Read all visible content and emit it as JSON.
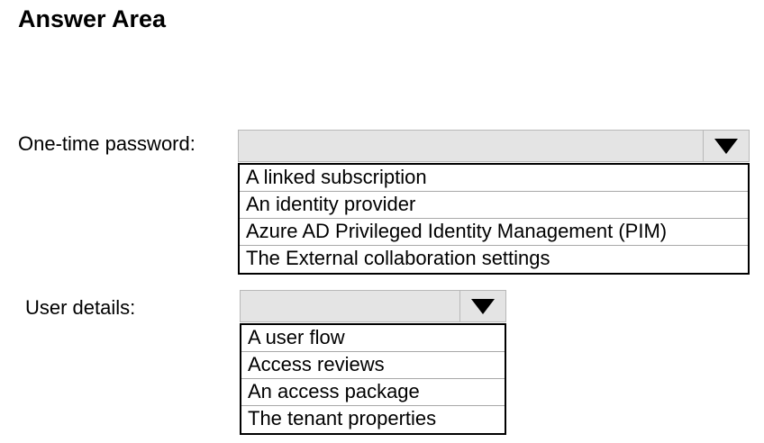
{
  "heading": "Answer Area",
  "questions": [
    {
      "label": "One-time password:",
      "selected": "",
      "options": [
        "A linked subscription",
        "An identity provider",
        "Azure AD Privileged Identity Management (PIM)",
        "The External collaboration settings"
      ]
    },
    {
      "label": "User details:",
      "selected": "",
      "options": [
        "A user flow",
        "Access reviews",
        "An access package",
        "The tenant properties"
      ]
    }
  ],
  "icons": {
    "dropdown_arrow": "triangle-down-icon"
  },
  "colors": {
    "dropdown_fill": "#e4e4e4",
    "dropdown_border": "#b8b8b8",
    "list_border": "#000000",
    "text": "#000000"
  }
}
